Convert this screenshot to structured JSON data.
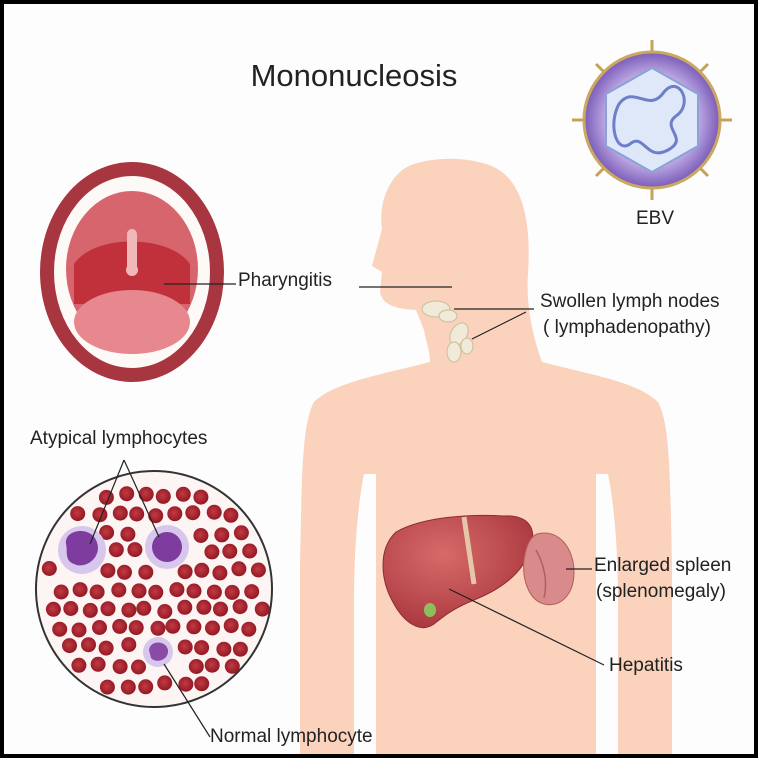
{
  "title": "Mononucleosis",
  "labels": {
    "virus": "EBV",
    "pharyngitis": "Pharyngitis",
    "lymph_line1": "Swollen lymph nodes",
    "lymph_line2": "( lymphadenopathy)",
    "atypical": "Atypical lymphocytes",
    "spleen_line1": "Enlarged spleen",
    "spleen_line2": "(splenomegaly)",
    "hepatitis": "Hepatitis",
    "normal": "Normal lymphocyte"
  },
  "colors": {
    "skin": "#fbd3bd",
    "liver": "#c9575a",
    "spleen": "#d98a8a",
    "rbc": "#b3202b",
    "lymphocyte": "#8b4aa6",
    "mouth": "#c2434c",
    "virus": "#a68ed0"
  }
}
